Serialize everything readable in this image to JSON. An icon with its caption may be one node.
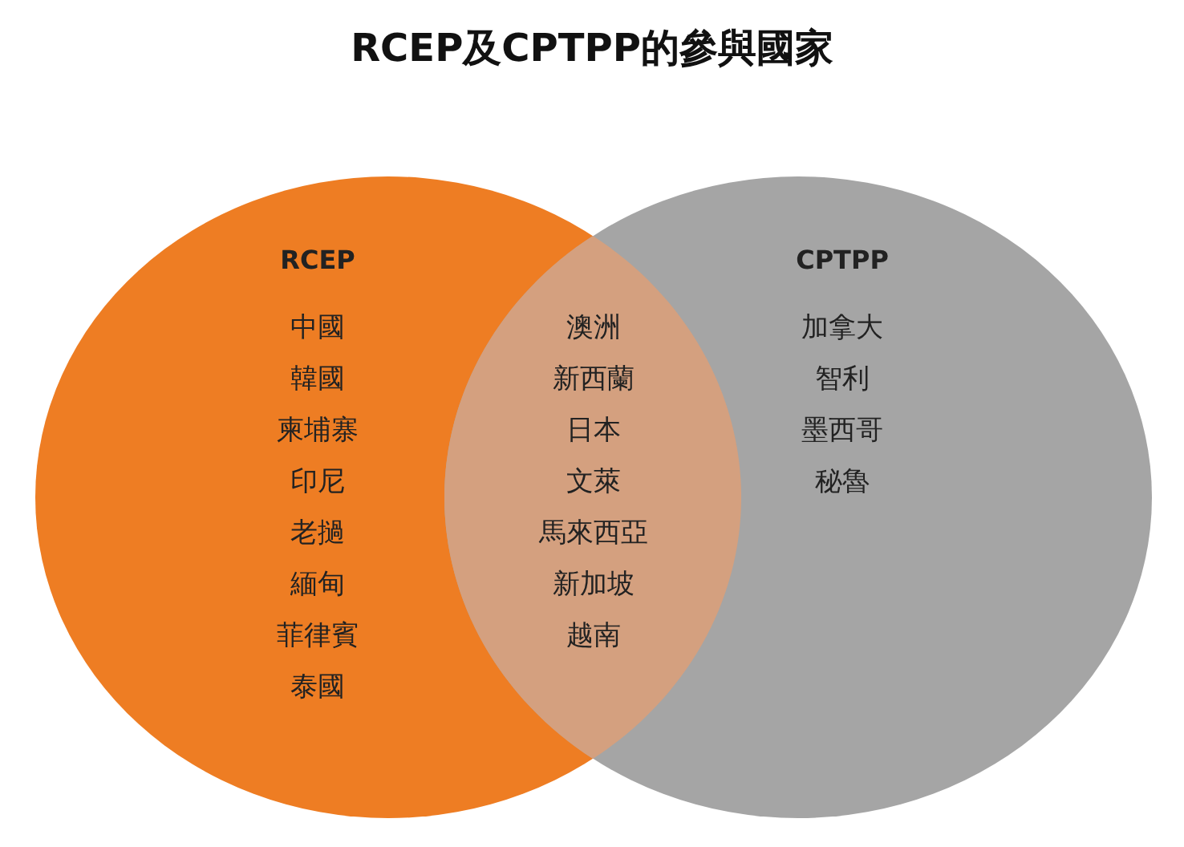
{
  "diagram": {
    "title": "RCEP及CPTPP的參與國家",
    "nodes": [
      {
        "text": [
          "RCEP",
          "中國",
          "韓國",
          "柬埔寨",
          "印尼",
          "老撾",
          "緬甸",
          "菲律賓",
          "泰國"
        ]
      },
      {
        "text": [
          "CPTPP",
          "加拿大",
          "智利",
          "墨西哥",
          "秘魯"
        ]
      },
      {
        "text": [
          "澳洲",
          "新西蘭",
          "日本",
          "文萊",
          "馬來西亞",
          "新加坡",
          "越南"
        ]
      }
    ],
    "edges": []
  }
}
